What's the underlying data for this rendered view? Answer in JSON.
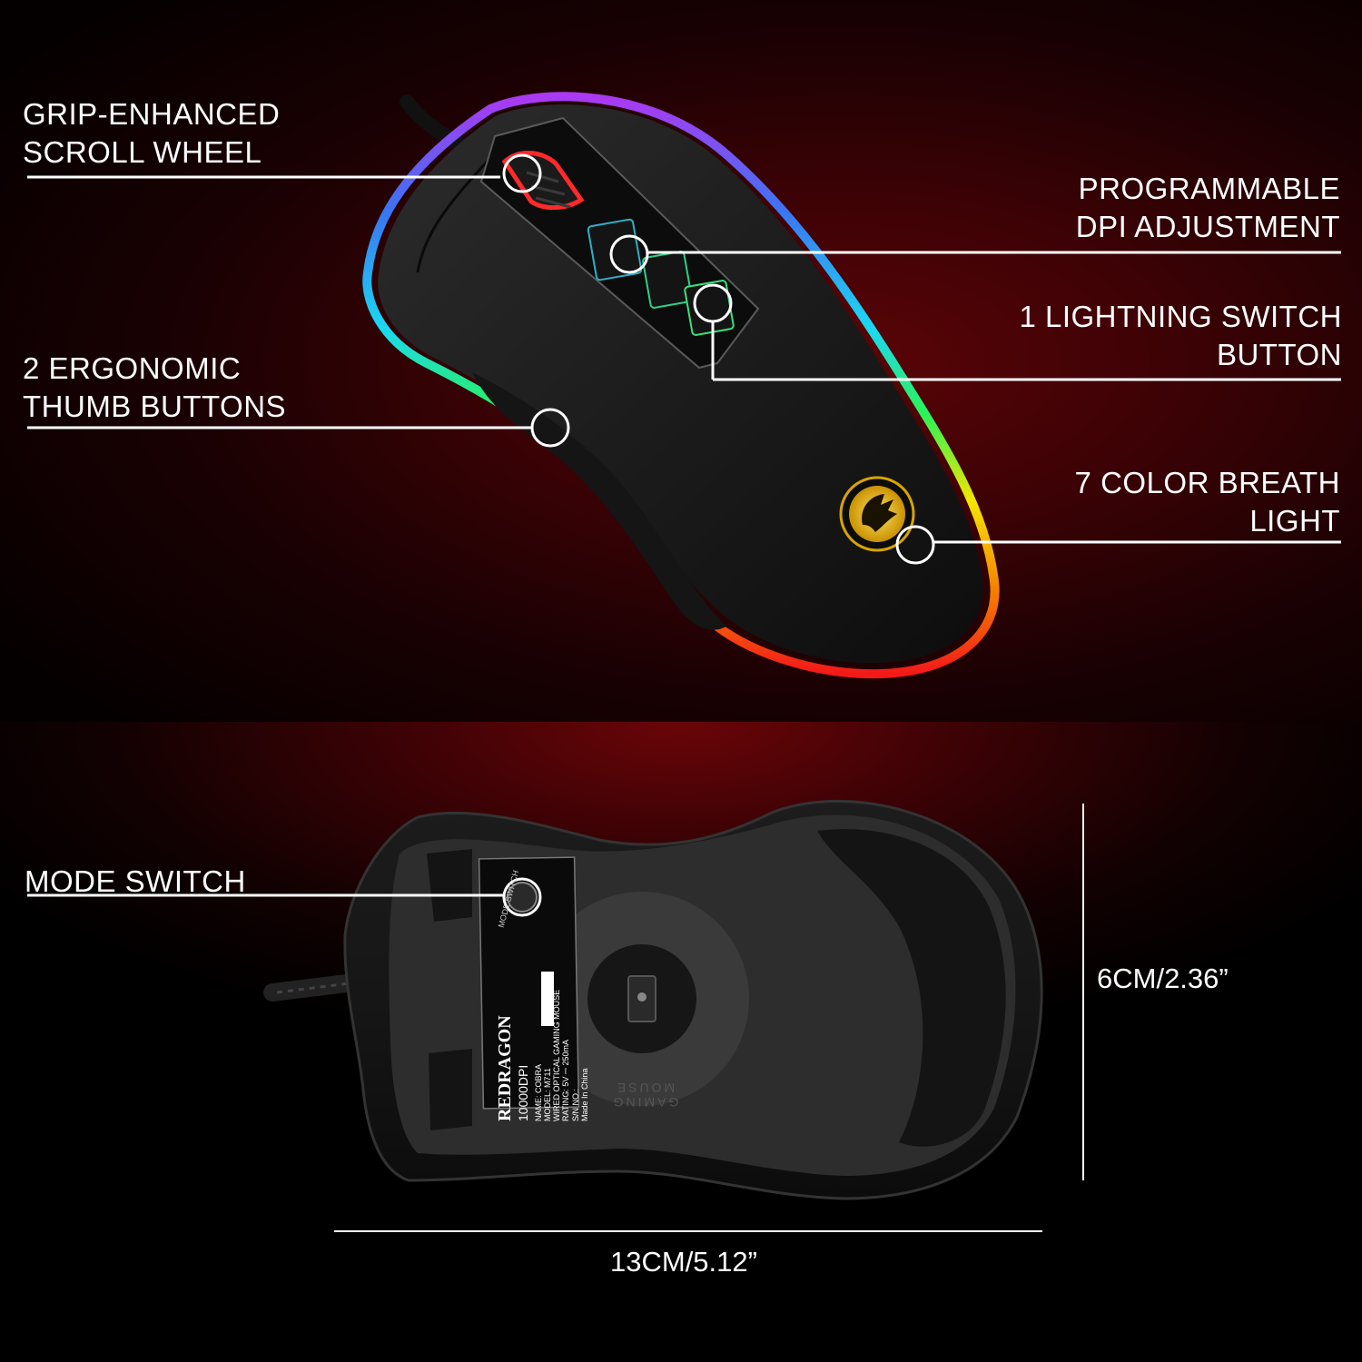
{
  "callouts": {
    "scroll_wheel": {
      "line1": "GRIP-ENHANCED",
      "line2": "SCROLL WHEEL"
    },
    "dpi": {
      "line1": "PROGRAMMABLE",
      "line2": "DPI ADJUSTMENT"
    },
    "lightning": {
      "line1": "1 LIGHTNING SWITCH",
      "line2": "BUTTON"
    },
    "thumb": {
      "line1": "2 ERGONOMIC",
      "line2": "THUMB BUTTONS"
    },
    "breath": {
      "line1": "7 COLOR BREATH",
      "line2": "LIGHT"
    },
    "mode_switch": {
      "line1": "MODE SWITCH"
    }
  },
  "dimensions": {
    "height": "6CM/2.36”",
    "length": "13CM/5.12”"
  },
  "product_label": {
    "brand": "REDRAGON",
    "dpi": "10000DPI",
    "switch_label": "MODE SWITCH",
    "ring_text": "GAMING MOUSE",
    "lines": [
      "NAME: COBRA",
      "MODEL: M711",
      "WIRED OPTICAL GAMING MOUSE",
      "RATING: 5V ⎓ 250mA",
      "S/N NO.:",
      "Made In China"
    ]
  },
  "colors": {
    "accent": "#ff1a1a",
    "background": "#2a0203",
    "text": "#ffffff"
  }
}
